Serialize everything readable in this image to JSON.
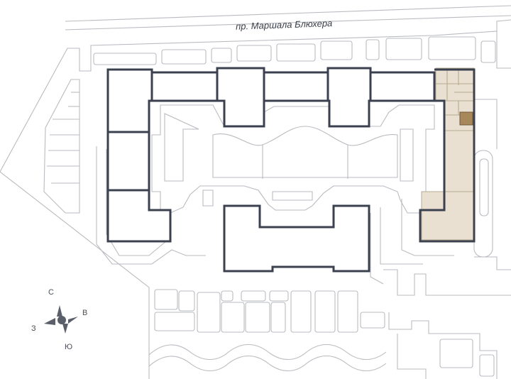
{
  "map": {
    "street_label": "пр. Маршала Блюхера",
    "compass": {
      "north": "С",
      "east": "В",
      "south": "Ю",
      "west": "З"
    },
    "colors": {
      "building_outline": "#3c4150",
      "site_lines": "#b9bbc0",
      "selected_section": "#e9e0d1",
      "selected_apartment": "#a8875a"
    }
  }
}
